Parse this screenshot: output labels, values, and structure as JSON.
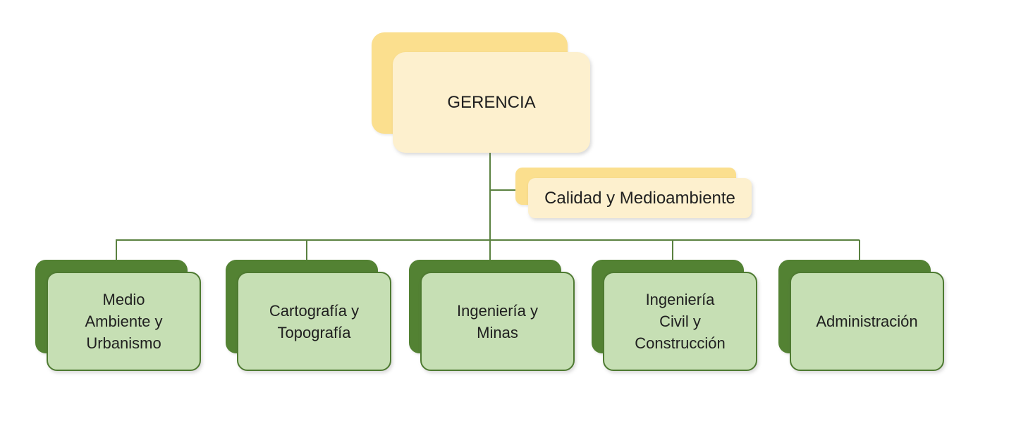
{
  "org": {
    "root": {
      "label": "GERENCIA"
    },
    "assistant": {
      "label": "Calidad y Medioambiente"
    },
    "children": [
      {
        "label": "Medio Ambiente y Urbanismo",
        "lines": [
          "Medio",
          "Ambiente y",
          "Urbanismo"
        ]
      },
      {
        "label": "Cartografía y Topografía",
        "lines": [
          "Cartografía y",
          "Topografía"
        ]
      },
      {
        "label": "Ingeniería y Minas",
        "lines": [
          "Ingeniería y",
          "Minas"
        ]
      },
      {
        "label": "Ingeniería Civil y Construcción",
        "lines": [
          "Ingeniería",
          "Civil y",
          "Construcción"
        ]
      },
      {
        "label": "Administración",
        "lines": [
          "Administración"
        ]
      }
    ]
  },
  "colors": {
    "yellow_shadow": "#FBDF8E",
    "yellow_fill": "#FDF0CE",
    "green_shadow": "#538233",
    "green_fill": "#C6DFB4",
    "green_border": "#4E7A31",
    "connector": "#5A8140",
    "text": "#202020",
    "background": "#FFFFFF"
  }
}
